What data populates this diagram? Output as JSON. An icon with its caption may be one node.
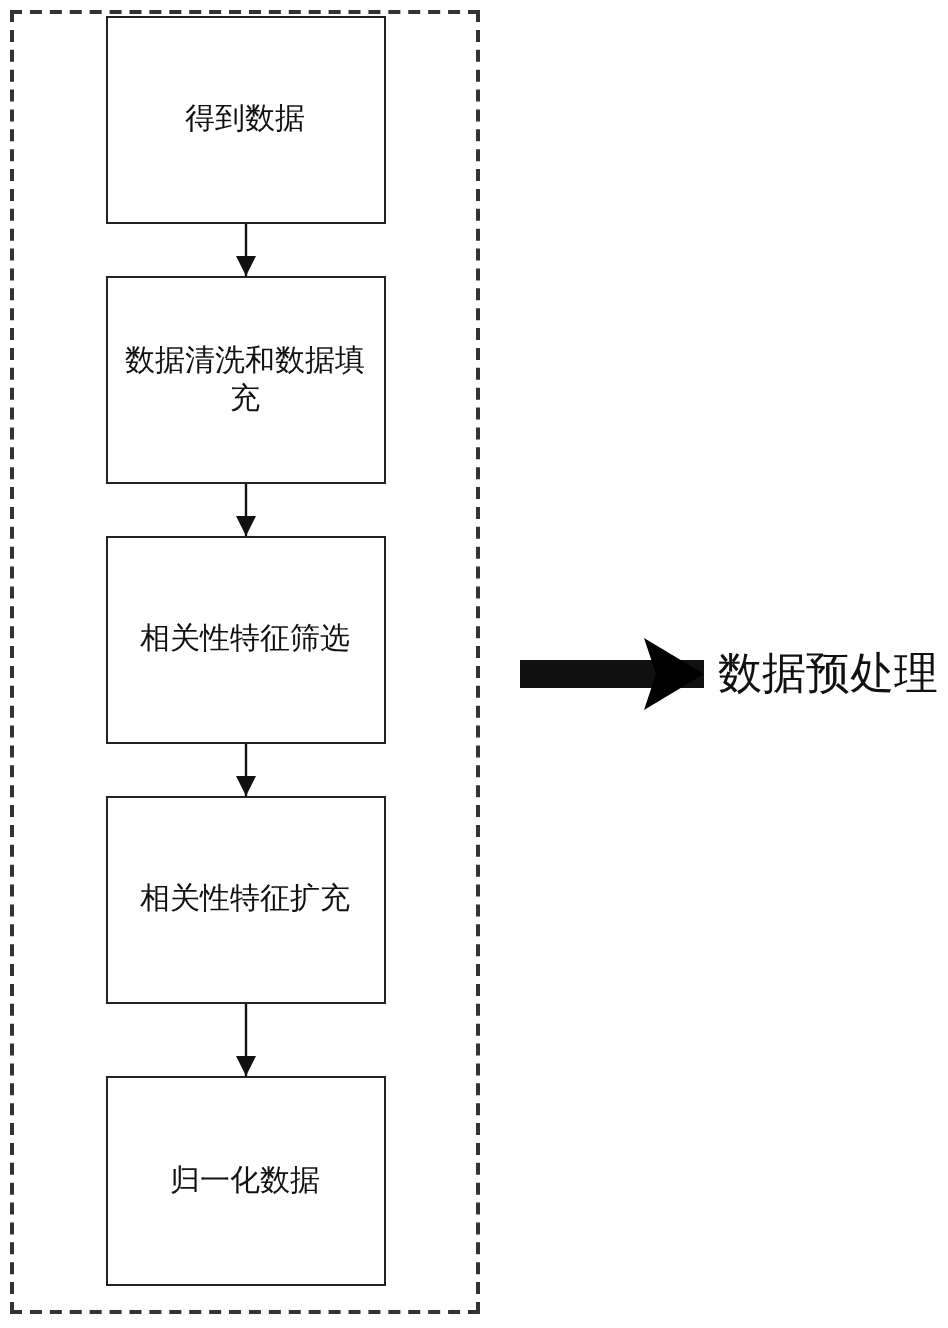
{
  "diagram": {
    "nodes": [
      {
        "text": [],
        "shape": "box"
      },
      {
        "text": [
          "得到数据"
        ],
        "in": 0
      },
      {
        "text": [
          "数据清洗和数据填充"
        ],
        "in": 0
      },
      {
        "text": [
          "相关性特征筛选"
        ],
        "in": 0
      },
      {
        "text": [
          "相关性特征扩充"
        ],
        "in": 0
      },
      {
        "text": [
          "归一化数据"
        ],
        "in": 0
      },
      {
        "text": [
          "数据预处理"
        ]
      }
    ],
    "edges": [
      {
        "from": 1,
        "to": 2,
        "arrow": "to"
      },
      {
        "from": 2,
        "to": 3,
        "arrow": "to"
      },
      {
        "from": 3,
        "to": 4,
        "arrow": "to"
      },
      {
        "from": 4,
        "to": 5,
        "arrow": "to"
      },
      {
        "from": 0,
        "to": 6,
        "arrow": "to",
        "style": "thick"
      }
    ]
  }
}
